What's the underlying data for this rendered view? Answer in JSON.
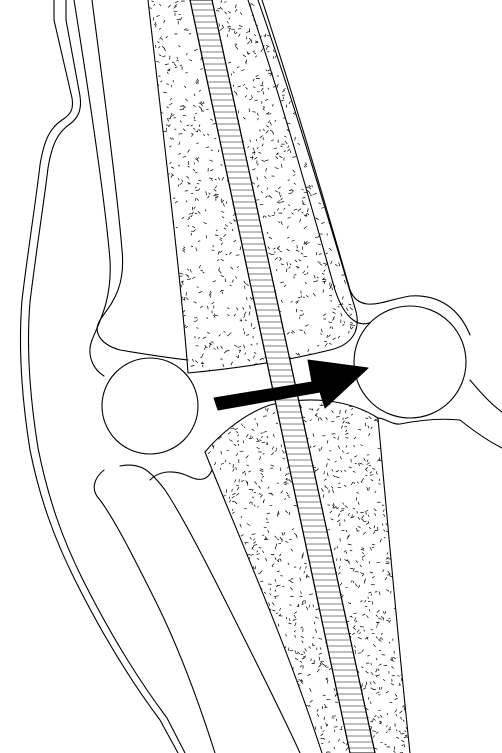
{
  "diagram": {
    "labels": [],
    "colors": {
      "stroke": "#000000",
      "background": "#ffffff",
      "speckle": "#000000",
      "arrow": "#000000"
    },
    "elements": [
      "outer-contour",
      "left-channel",
      "right-channel",
      "left-roundabout",
      "right-roundabout",
      "speckled-median",
      "central-ladder-strip",
      "direction-arrow"
    ]
  }
}
